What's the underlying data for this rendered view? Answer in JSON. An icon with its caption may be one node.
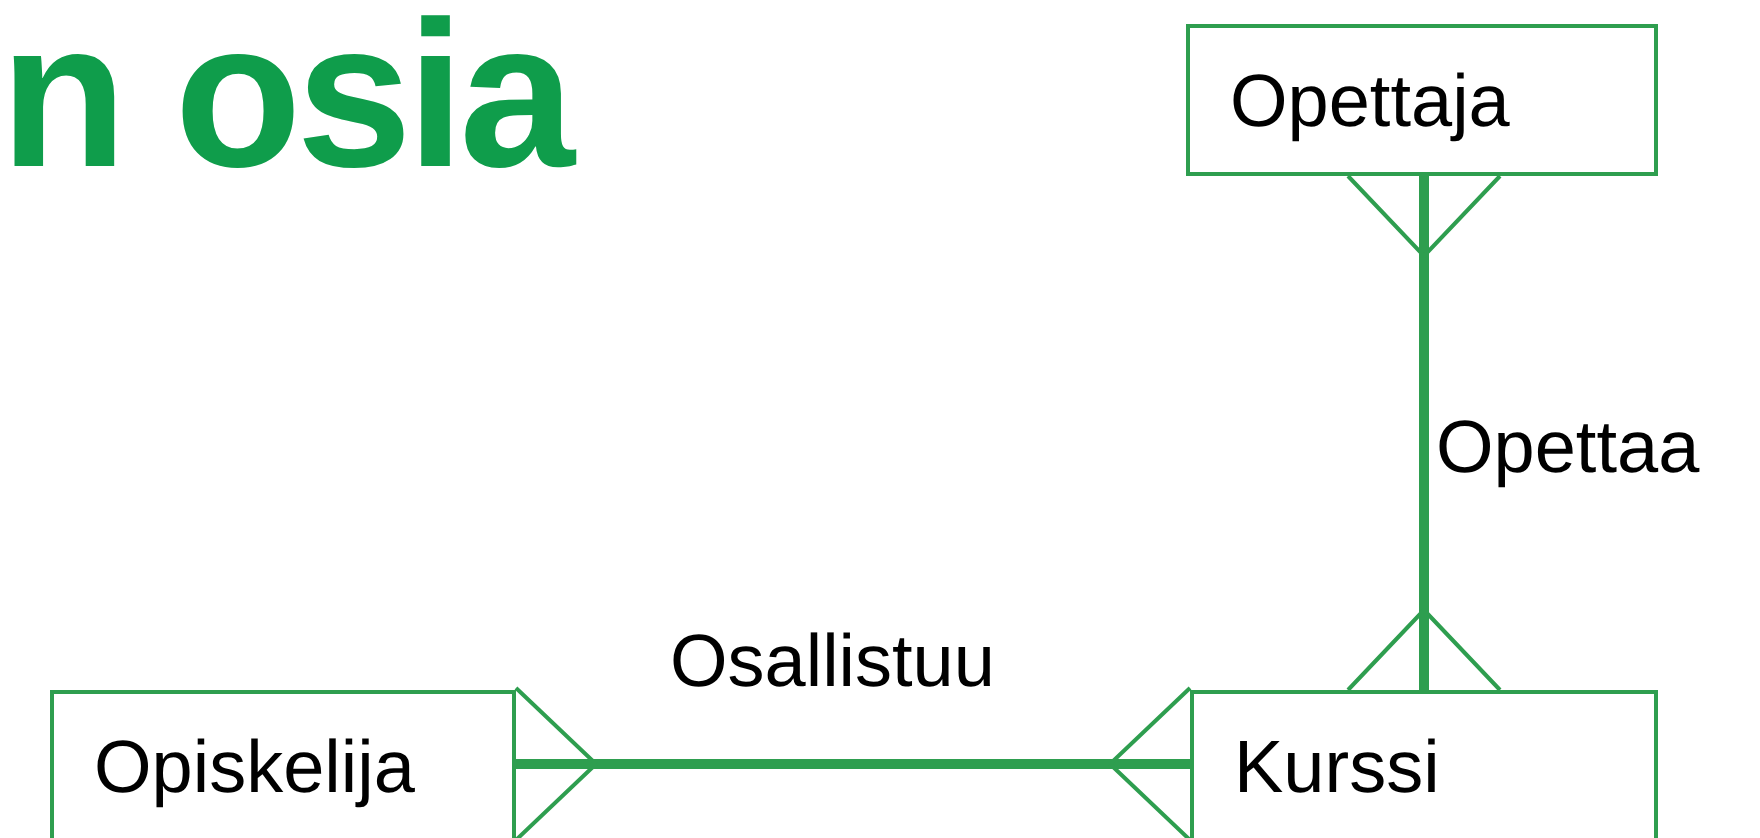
{
  "diagram": {
    "title": "n osia",
    "nodes": [
      {
        "text": [
          "Opettaja"
        ]
      },
      {
        "text": [
          "Opiskelija"
        ]
      },
      {
        "text": [
          "Kurssi"
        ]
      }
    ],
    "edges": [
      {
        "from": 0,
        "to": 2,
        "arrow": "other",
        "label": "Opettaa"
      },
      {
        "from": 1,
        "to": 2,
        "arrow": "other",
        "label": "Osallistuu"
      }
    ]
  }
}
